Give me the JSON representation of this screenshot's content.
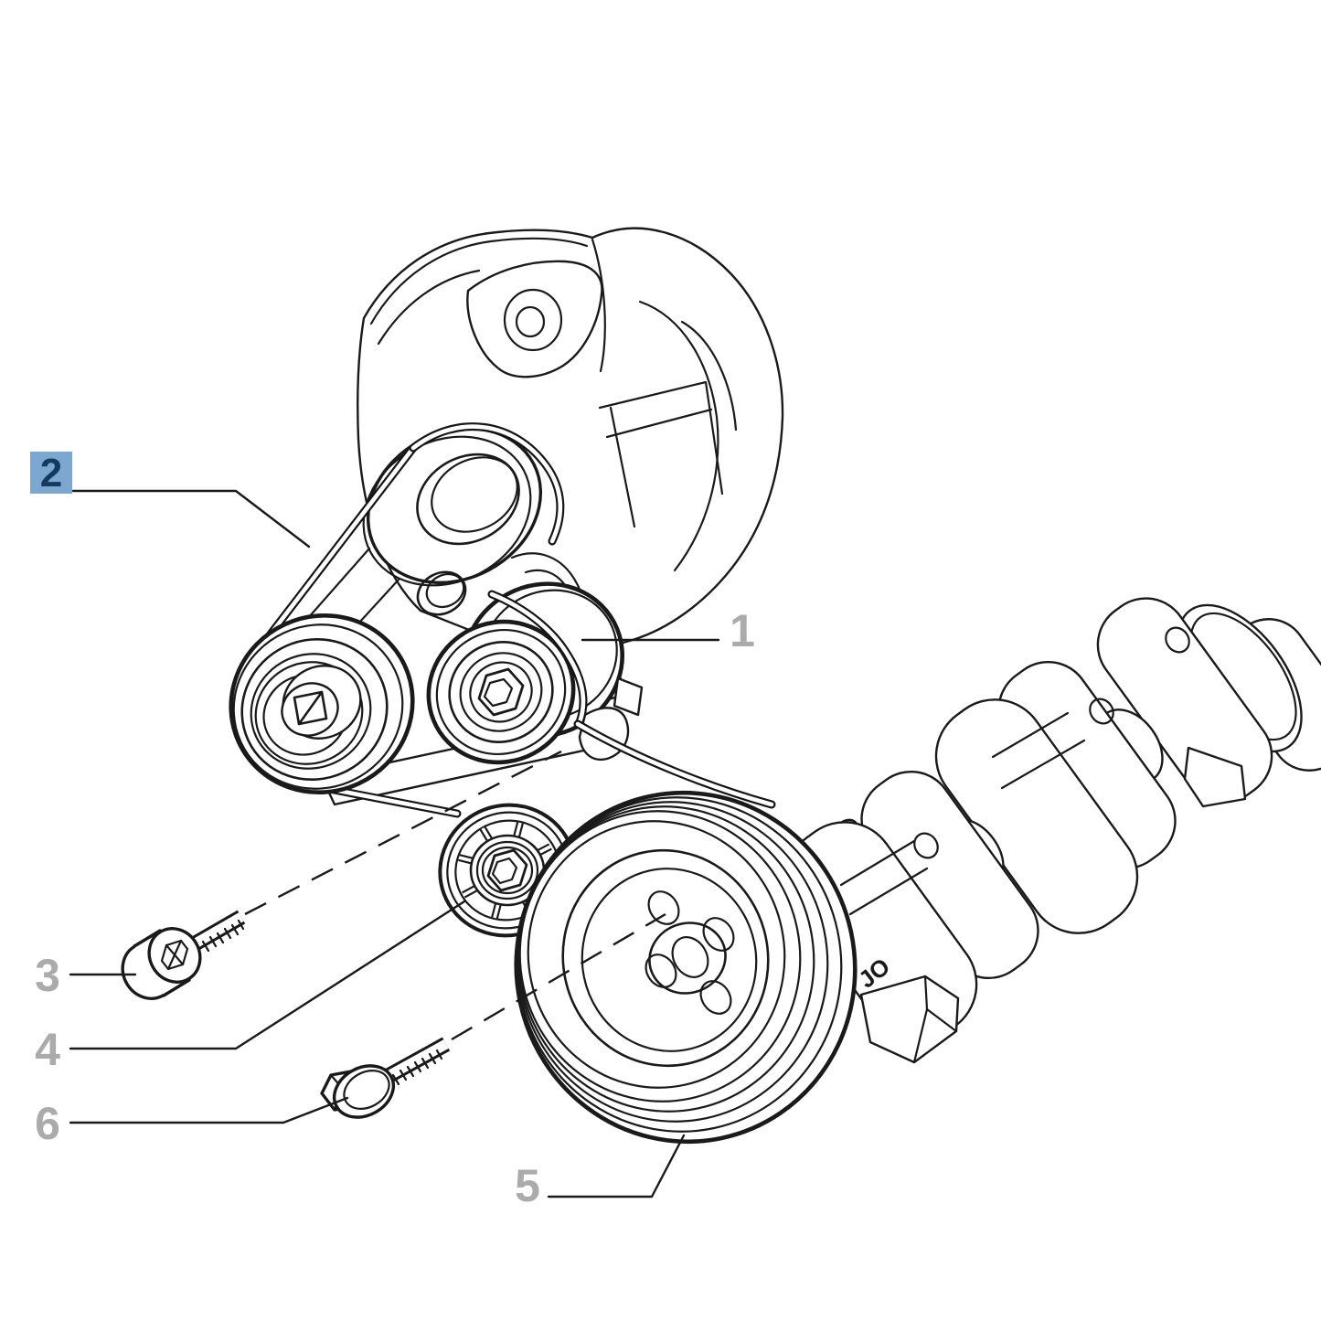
{
  "page": {
    "background_color": "#ffffff"
  },
  "diagram": {
    "line_color": "#1a1a1a",
    "callout_text_color": "#ababab",
    "selected_callout": {
      "box_color": "#7ba7d0",
      "text_color": "#16395e"
    },
    "casting_mark": "JO",
    "callouts": {
      "c1": {
        "num": "1",
        "selected": false
      },
      "c2": {
        "num": "2",
        "selected": true
      },
      "c3": {
        "num": "3",
        "selected": false
      },
      "c4": {
        "num": "4",
        "selected": false
      },
      "c5": {
        "num": "5",
        "selected": false
      },
      "c6": {
        "num": "6",
        "selected": false
      }
    }
  }
}
